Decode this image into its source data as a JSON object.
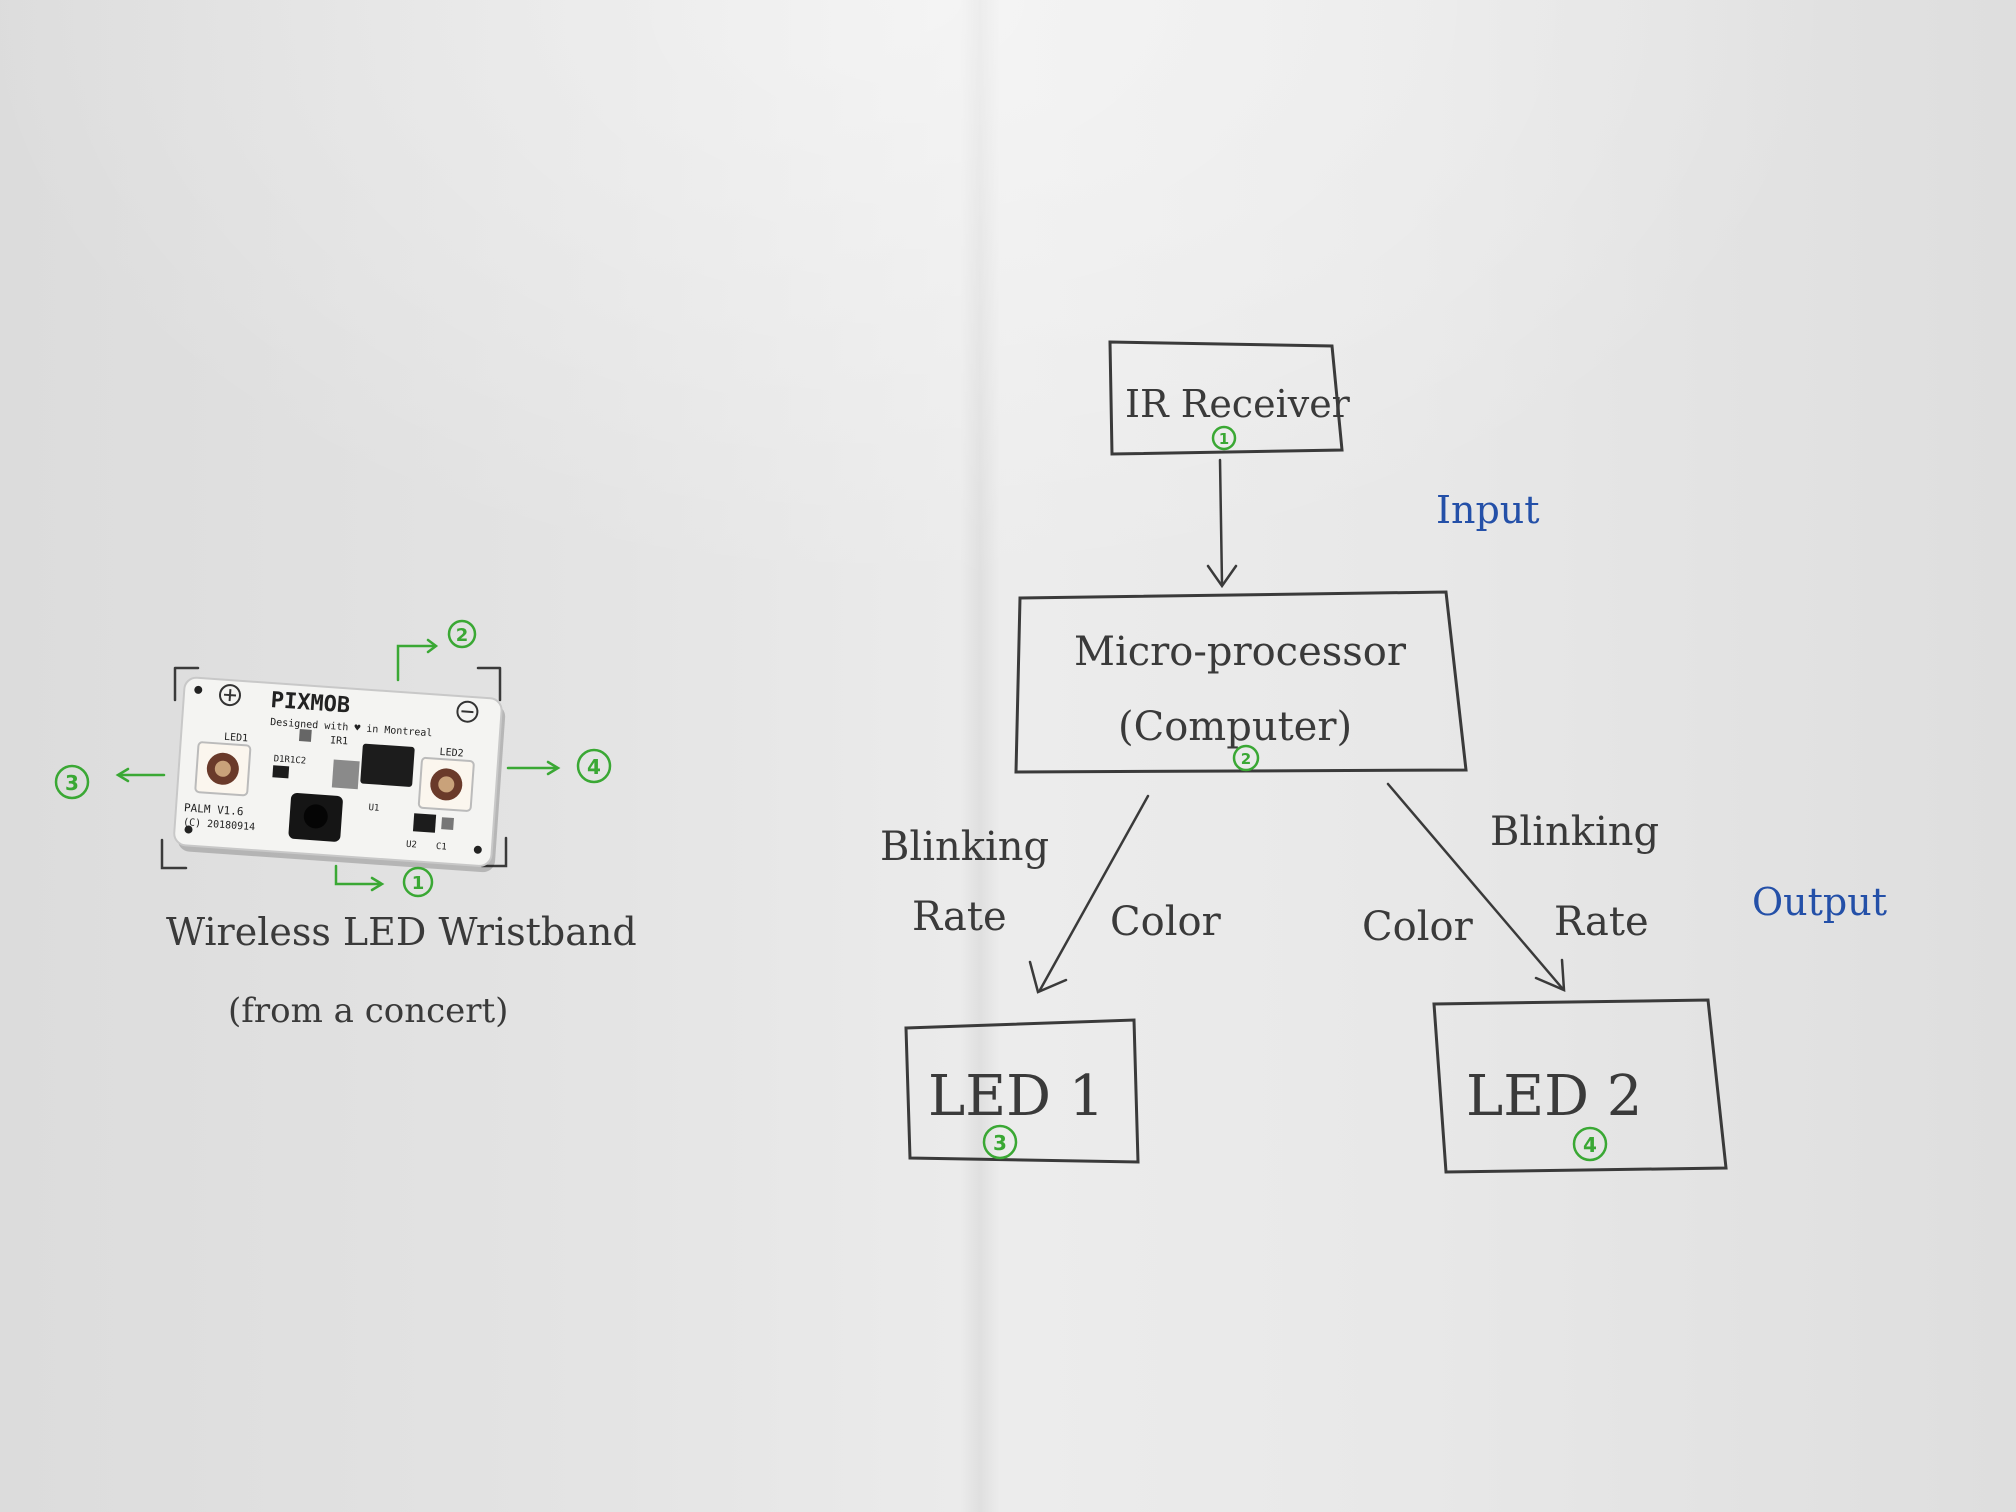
{
  "colors": {
    "pencil": "#3a3a3a",
    "blue_ink": "#2450a8",
    "green_ink": "#3aa834",
    "paper": "#e6e6e6",
    "pcb": "#f4f4f2"
  },
  "device": {
    "brand": "PIXMOB",
    "tagline": "Designed with ♥ in Montreal",
    "model": "PALM V1.6",
    "copyright": "(C) 20180914",
    "labels": {
      "led1": "LED1",
      "led2": "LED2",
      "ir1": "IR1",
      "d1r1c2": "D1R1C2",
      "u1": "U1",
      "u2": "U2",
      "c1": "C1"
    },
    "caption_line1": "Wireless LED Wristband",
    "caption_line2": "(from a concert)",
    "markers": {
      "ir": "1",
      "processor": "2",
      "led1": "3",
      "led2": "4"
    }
  },
  "diagram": {
    "ir_receiver": "IR Receiver",
    "processor_line1": "Micro-processor",
    "processor_line2": "(Computer)",
    "led1": "LED 1",
    "led2": "LED 2",
    "left_rate_line1": "Blinking",
    "left_rate_line2": "Rate",
    "left_color": "Color",
    "right_color": "Color",
    "right_rate_line1": "Blinking",
    "right_rate_line2": "Rate",
    "input_label": "Input",
    "output_label": "Output",
    "markers": {
      "ir": "1",
      "processor": "2",
      "led1": "3",
      "led2": "4"
    }
  }
}
